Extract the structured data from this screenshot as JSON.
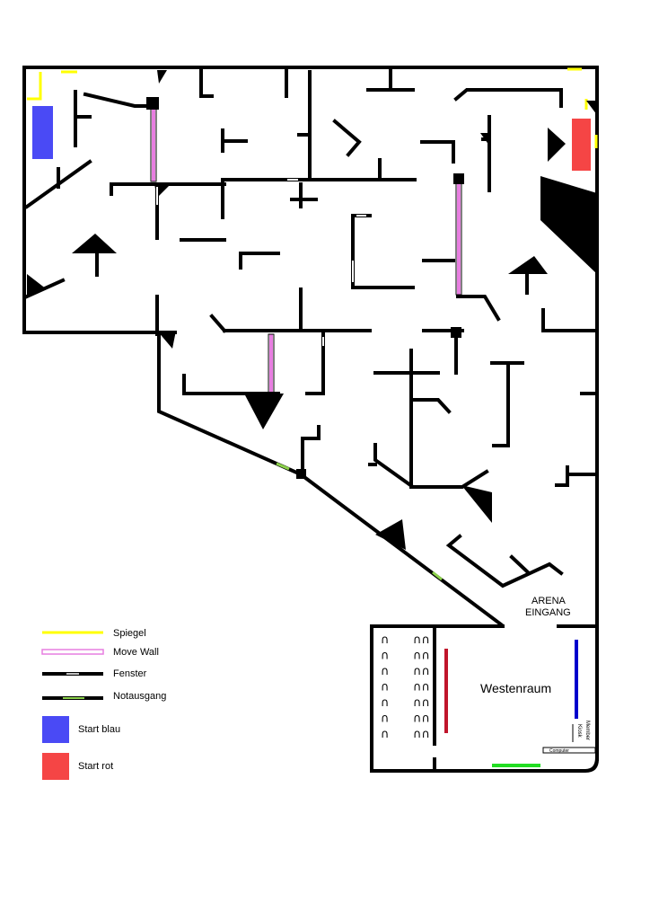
{
  "labels": {
    "arena_line1": "ARENA",
    "arena_line2": "EINGANG",
    "westenraum": "Westenraum",
    "member": "Member",
    "kiosk": "Kiosk",
    "computer": "Computer"
  },
  "legend": [
    {
      "key": "spiegel",
      "label": "Spiegel"
    },
    {
      "key": "move_wall",
      "label": "Move Wall"
    },
    {
      "key": "fenster",
      "label": "Fenster"
    },
    {
      "key": "notausgang",
      "label": "Notausgang"
    },
    {
      "key": "start_blau",
      "label": "Start blau"
    },
    {
      "key": "start_rot",
      "label": "Start rot"
    }
  ],
  "colors": {
    "wall": "#000000",
    "spiegel": "#ffff00",
    "move_wall": "#e77ee0",
    "fenster": "#000000",
    "notausgang": "#8bd14a",
    "start_blau": "#4a4af5",
    "start_rot": "#f54545",
    "bench_red": "#c0152b",
    "bench_blue": "#0000cc",
    "exit_green": "#22dd22"
  },
  "chairs": {
    "symbol": "∩",
    "single_column_count": 7,
    "double_column_count": 7
  }
}
